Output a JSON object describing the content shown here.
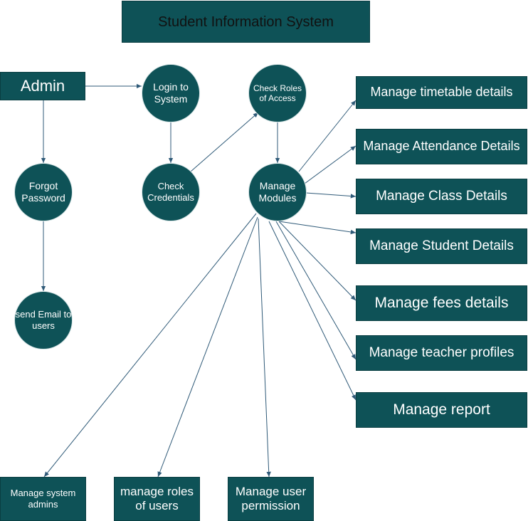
{
  "diagram": {
    "title": "Student Information System",
    "nodes": {
      "admin": "Admin",
      "login": "Login to System",
      "check_roles": "Check Roles of Access",
      "forgot_password": "Forgot Password",
      "check_credentials": "Check Credentials",
      "manage_modules": "Manage Modules",
      "send_email": "send Email to users",
      "timetable": "Manage timetable details",
      "attendance": "Manage Attendance Details",
      "class": "Manage Class Details",
      "student": "Manage Student Details",
      "fees": "Manage fees details",
      "teacher": "Manage teacher profiles",
      "report": "Manage report",
      "system_admins": "Manage system admins",
      "roles_of_users": "manage roles of users",
      "user_permission": "Manage user permission"
    },
    "colors": {
      "node_fill": "#0e5257",
      "node_text": "#ffffff",
      "title_text": "#111111",
      "edge": "#2f5a78"
    }
  }
}
